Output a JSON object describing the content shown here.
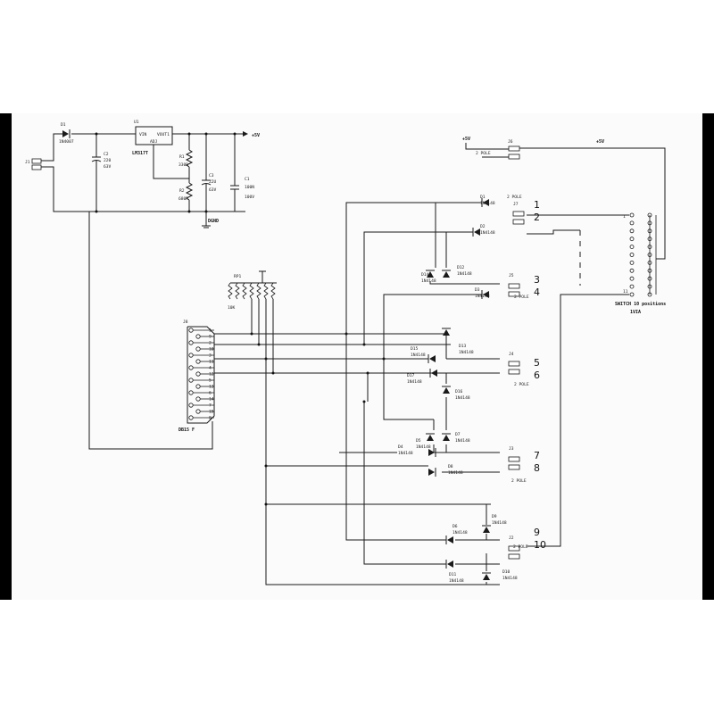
{
  "diagram": {
    "regulator": {
      "d1_ref": "D1",
      "d1_part": "1N4007",
      "u1_ref": "U1",
      "u1_part": "LM317T",
      "u1_vin": "VIN",
      "u1_vout": "VOUT1",
      "u1_adj": "ADJ",
      "r1_ref": "R1",
      "r1_val": "330R",
      "r2_ref": "R2",
      "r2_val": "680R",
      "c2_ref": "C2",
      "c2_val": "220",
      "c2_volt": "63V",
      "c3_ref": "C3",
      "c3_val": "22U",
      "c3_volt": "63V",
      "c1_ref": "C1",
      "c1_val": "100N",
      "c1_volt": "100V",
      "out_label": "+5V",
      "gnd_label": "DGND",
      "j1_ref": "J1"
    },
    "rpack": {
      "ref": "RP1",
      "value": "10K"
    },
    "db15": {
      "ref": "J8",
      "part": "DB15 F",
      "pins": [
        "1",
        "9",
        "2",
        "10",
        "3",
        "11",
        "4",
        "12",
        "5",
        "13",
        "6",
        "14",
        "7",
        "15",
        "8"
      ]
    },
    "power_top": {
      "vcc_label": "+5V",
      "j6_ref": "J6",
      "j6_type": "2 POLE",
      "rail_label": "+5V"
    },
    "switch": {
      "label": "SWITCH 10 positions",
      "part": "1VIA",
      "pin_first": "1",
      "pin_last": "11"
    },
    "connectors": [
      {
        "ref": "J7",
        "type": "2 POLE",
        "num_a": "1",
        "num_b": "2"
      },
      {
        "ref": "J5",
        "type": "2 POLE",
        "num_a": "3",
        "num_b": "4"
      },
      {
        "ref": "J4",
        "type": "2 POLE",
        "num_a": "5",
        "num_b": "6"
      },
      {
        "ref": "J3",
        "type": "2 POLE",
        "num_a": "7",
        "num_b": "8"
      },
      {
        "ref": "J2",
        "type": "2 POLE",
        "num_a": "9",
        "num_b": "10"
      }
    ],
    "diodes": {
      "part": "1N4148",
      "refs": [
        "D1",
        "D2",
        "D3",
        "D4",
        "D5",
        "D6",
        "D7",
        "D8",
        "D9",
        "D10",
        "D11",
        "D12",
        "D13",
        "D14",
        "D15",
        "D16",
        "D17"
      ]
    }
  }
}
